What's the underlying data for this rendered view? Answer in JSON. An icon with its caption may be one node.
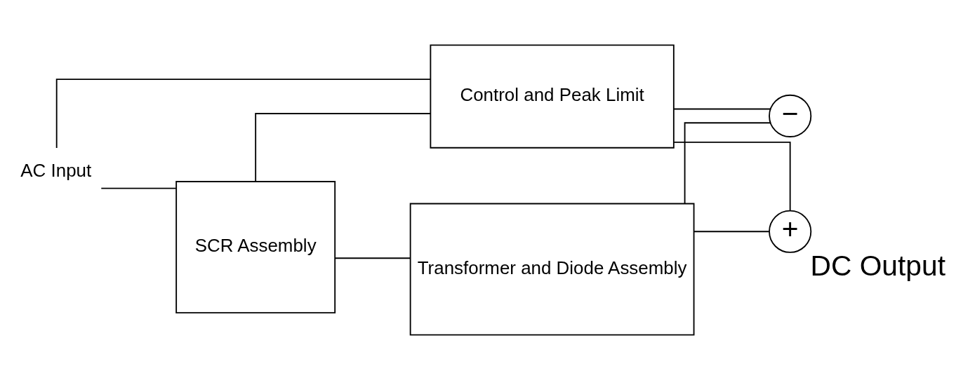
{
  "diagram": {
    "nodes": [
      {
        "text": [
          "AC Input"
        ]
      },
      {
        "text": [
          "Control and Peak Limit"
        ]
      },
      {
        "text": [
          "SCR Assembly"
        ]
      },
      {
        "text": [
          "Transformer and Diode Assembly"
        ]
      },
      {
        "text": [
          "−"
        ]
      },
      {
        "text": [
          "+"
        ],
        "beside": [
          "DC Output"
        ]
      }
    ],
    "edges": [
      {
        "from": 0,
        "to": 2,
        "arrow": "none"
      },
      {
        "from": 0,
        "to": 1,
        "arrow": "none"
      },
      {
        "from": 2,
        "to": 1,
        "arrow": "none"
      },
      {
        "from": 2,
        "to": 3,
        "arrow": "none"
      },
      {
        "from": 3,
        "to": 4,
        "arrow": "none"
      },
      {
        "from": 1,
        "to": 4,
        "arrow": "none"
      },
      {
        "from": 3,
        "to": 5,
        "arrow": "none"
      },
      {
        "from": 1,
        "to": 5,
        "arrow": "none"
      }
    ]
  }
}
